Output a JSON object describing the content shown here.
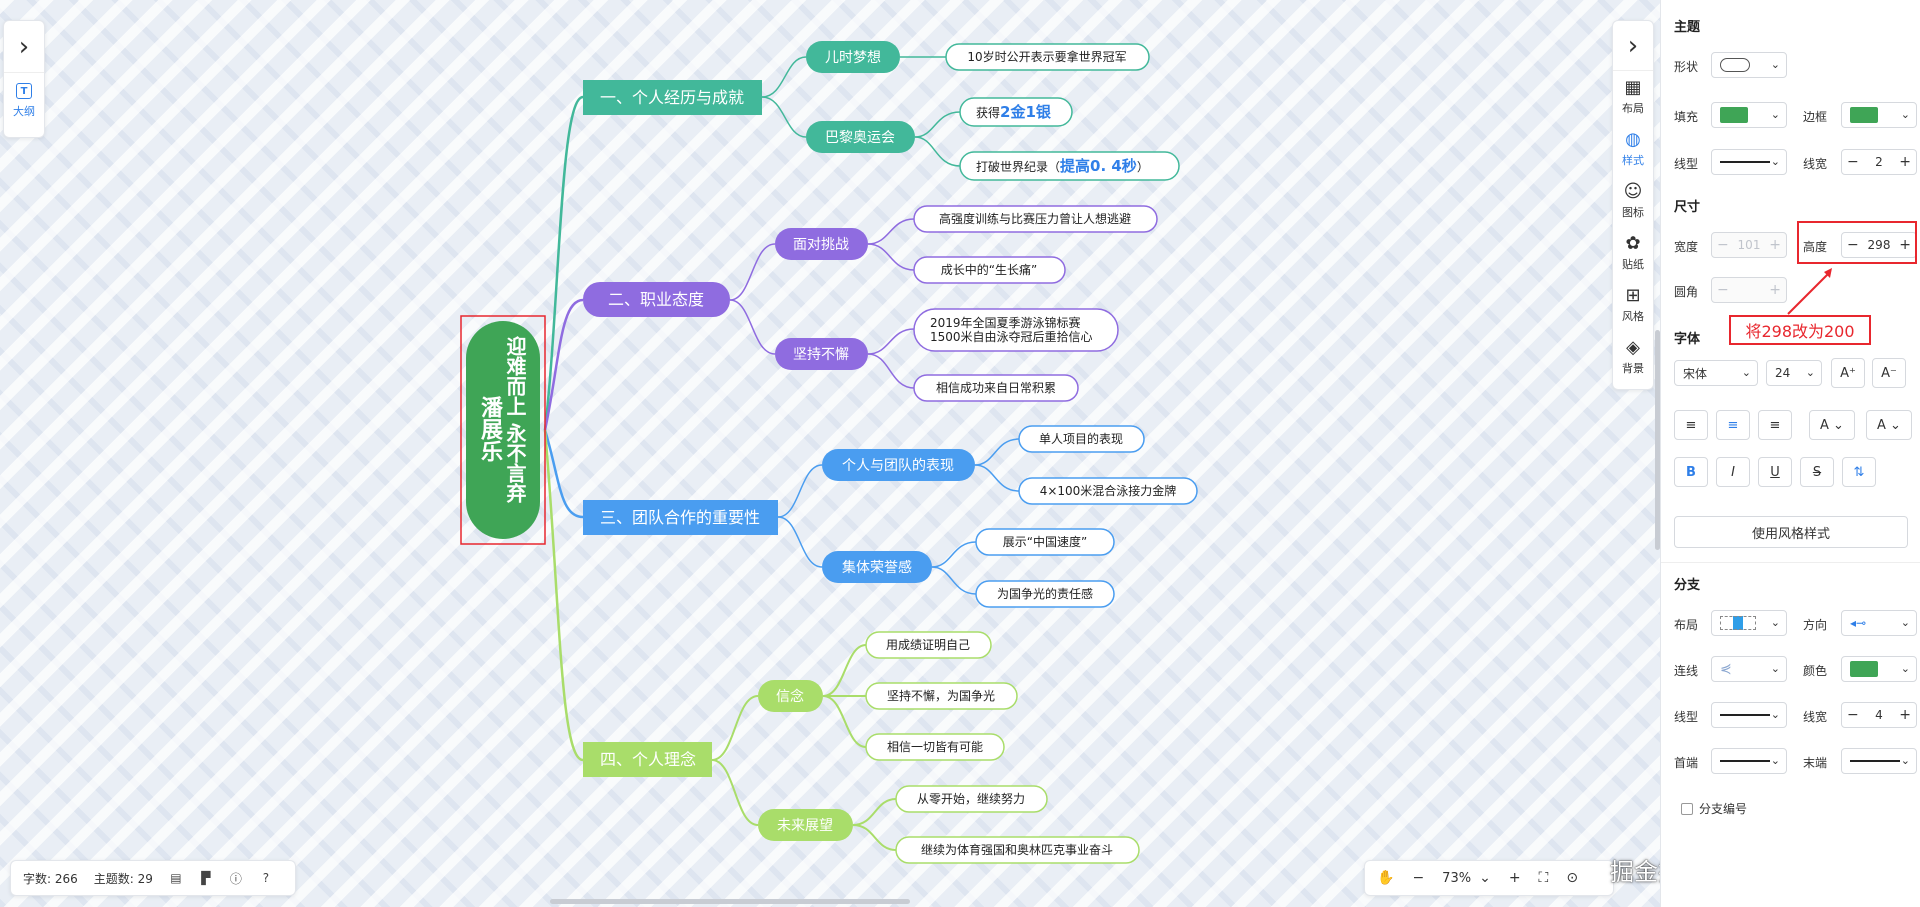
{
  "mindmap": {
    "root": {
      "title": "迎难而上 永不言弃",
      "name": "潘展乐",
      "color": "#3fa556",
      "selection_color": "#e8272e"
    },
    "branches": [
      {
        "label": "一、个人经历与成就",
        "color": "#42b89a"
      },
      {
        "label": "二、职业态度",
        "color": "#8f6ce0"
      },
      {
        "label": "三、团队合作的重要性",
        "color": "#4a9df0"
      },
      {
        "label": "四、个人理念",
        "color": "#a9dd6a"
      }
    ],
    "subtopics": [
      "儿时梦想",
      "巴黎奥运会",
      "面对挑战",
      "坚持不懈",
      "个人与团队的表现",
      "集体荣誉感",
      "信念",
      "未来展望"
    ],
    "leaves": {
      "l1": "10岁时公开表示要拿世界冠军",
      "l2_prefix": "获得",
      "l2_emph": "2金1银",
      "l3_prefix": "打破世界纪录（",
      "l3_emph": "提高0. 4秒",
      "l3_suffix": "）",
      "l4": "高强度训练与比赛压力曾让人想逃避",
      "l5": "成长中的“生长痛”",
      "l6_line1": "2019年全国夏季游泳锦标赛",
      "l6_line2": "1500米自由泳夺冠后重拾信心",
      "l7": "相信成功来自日常积累",
      "l8": "单人项目的表现",
      "l9": "4×100米混合泳接力金牌",
      "l10": "展示“中国速度”",
      "l11": "为国争光的责任感",
      "l12": "用成绩证明自己",
      "l13": "坚持不懈，为国争光",
      "l14": "相信一切皆有可能",
      "l15": "从零开始，继续努力",
      "l16": "继续为体育强国和奥林匹克事业奋斗"
    },
    "emphasis_color": "#2f7fe8"
  },
  "left_toolbar": {
    "outline_label": "大纲"
  },
  "right_toolbar": {
    "items": [
      "布局",
      "样式",
      "图标",
      "贴纸",
      "风格",
      "背景"
    ]
  },
  "status": {
    "word_count": "字数: 266",
    "topic_count": "主题数: 29",
    "zoom": "73%"
  },
  "watermark": "掘金技术社区 @ 图形天下",
  "sidebar": {
    "theme_title": "主题",
    "shape_label": "形状",
    "fill_label": "填充",
    "border_label": "边框",
    "line_type_label": "线型",
    "line_width_label": "线宽",
    "line_width_value": "2",
    "fill_color": "#3fa556",
    "border_color": "#3fa556",
    "size_title": "尺寸",
    "width_label": "宽度",
    "width_value": "101",
    "height_label": "高度",
    "height_value": "298",
    "radius_label": "圆角",
    "font_title": "字体",
    "font_family": "宋体",
    "font_size": "24",
    "style_button": "使用风格样式",
    "branch_title": "分支",
    "layout_label": "布局",
    "direction_label": "方向",
    "connector_label": "连线",
    "color_label": "颜色",
    "branch_color": "#3fa556",
    "branch_line_type_label": "线型",
    "branch_line_width_label": "线宽",
    "branch_line_width_value": "4",
    "start_label": "首端",
    "end_label": "末端",
    "numbering_label": "分支编号"
  },
  "annotation": {
    "text": "将298改为200",
    "color": "#e8272e"
  }
}
